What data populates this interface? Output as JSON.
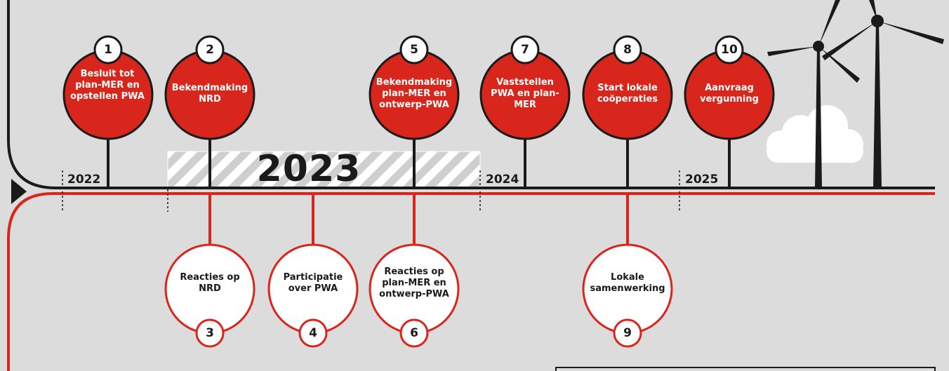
{
  "colors": {
    "background": "#dcdcdc",
    "accent_red": "#d9261c",
    "line_black": "#1a1a1a",
    "white": "#ffffff"
  },
  "years": {
    "y2022": "2022",
    "y2023": "2023",
    "y2024": "2024",
    "y2025": "2025"
  },
  "milestones_top": [
    {
      "number": "1",
      "label": "Besluit tot plan-MER en opstellen PWA"
    },
    {
      "number": "2",
      "label": "Bekendmaking NRD"
    },
    {
      "number": "5",
      "label": "Bekendmaking plan-MER en ontwerp-PWA"
    },
    {
      "number": "7",
      "label": "Vaststellen PWA en plan-MER"
    },
    {
      "number": "8",
      "label": "Start lokale coöperaties"
    },
    {
      "number": "10",
      "label": "Aanvraag vergunning"
    }
  ],
  "milestones_bottom": [
    {
      "number": "3",
      "label": "Reacties op NRD"
    },
    {
      "number": "4",
      "label": "Participatie over PWA"
    },
    {
      "number": "6",
      "label": "Reacties op plan-MER en ontwerp-PWA"
    },
    {
      "number": "9",
      "label": "Lokale samenwerking"
    }
  ],
  "icons": {
    "start_marker": "play-triangle-icon",
    "windmills": "wind-turbine-icon",
    "cloud": "cloud-icon"
  }
}
